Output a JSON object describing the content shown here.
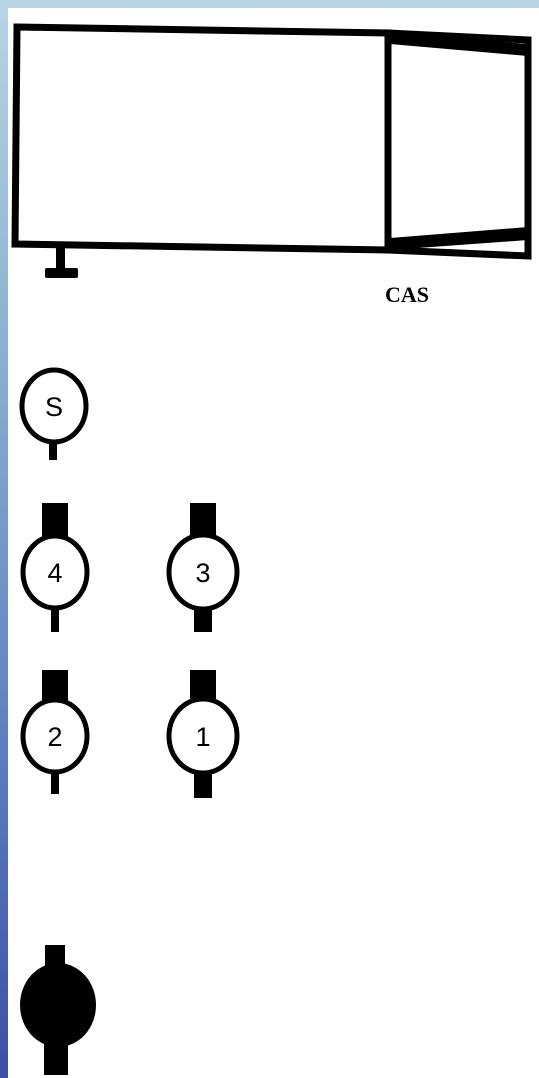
{
  "diagram": {
    "truck_label": "CAS",
    "positions": [
      {
        "id": "s",
        "label": "S"
      },
      {
        "id": "4",
        "label": "4"
      },
      {
        "id": "3",
        "label": "3"
      },
      {
        "id": "2",
        "label": "2"
      },
      {
        "id": "1",
        "label": "1"
      }
    ],
    "colors": {
      "ink": "#000000",
      "paper": "#ffffff",
      "frame_gradient_top": "#b8d4e4",
      "frame_gradient_bottom": "#3d4fa8"
    }
  }
}
